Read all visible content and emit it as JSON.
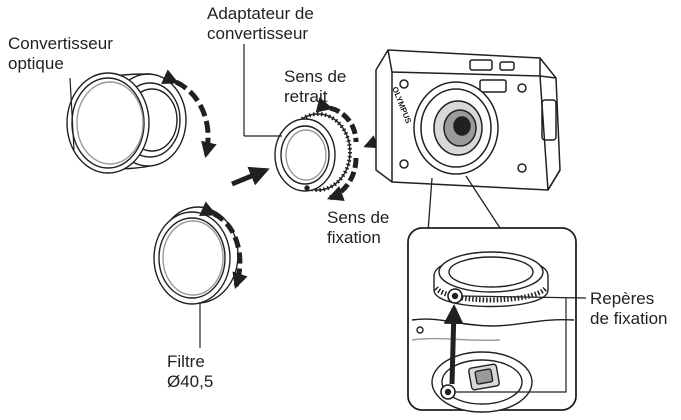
{
  "labels": {
    "optical_converter": [
      "Convertisseur",
      "optique"
    ],
    "converter_adapter": [
      "Adaptateur de",
      "convertisseur"
    ],
    "removal_direction": [
      "Sens de",
      "retrait"
    ],
    "mounting_direction": [
      "Sens de",
      "fixation"
    ],
    "mounting_marks": [
      "Repères",
      "de fixation"
    ],
    "filter": [
      "Filtre",
      "Ø40,5"
    ]
  },
  "camera": {
    "brand_text": "OLYMPUS"
  },
  "colors": {
    "line": "#231f20",
    "arrow": "#231f20",
    "gray": "#9a9a9a",
    "light_gray": "#d8d8d8"
  }
}
